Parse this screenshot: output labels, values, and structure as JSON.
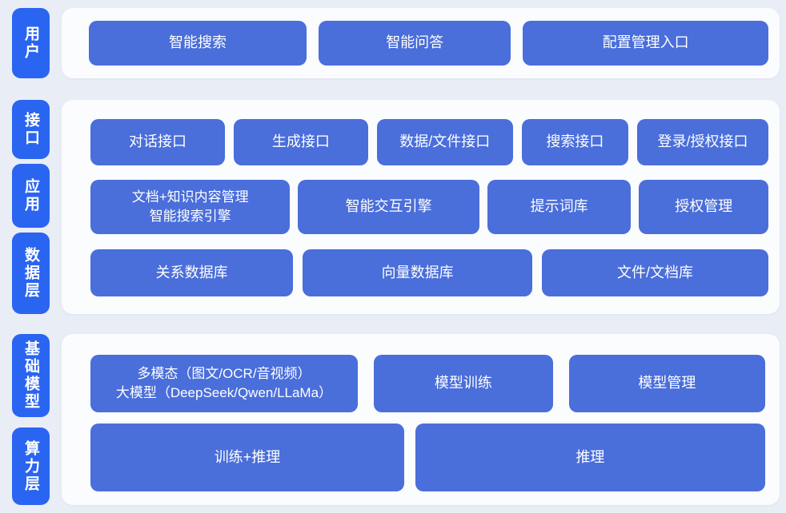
{
  "colors": {
    "page_bg": "#e9edf6",
    "card_bg": "#fbfcfe",
    "layer_label_blue": "#2a65f1",
    "node_blue": "#4a6eda",
    "node_text": "#ffffff"
  },
  "groups": [
    {
      "rows": [
        {
          "layer": "用户",
          "buttons": [
            "智能搜索",
            "智能问答",
            "配置管理入口"
          ]
        }
      ]
    },
    {
      "rows": [
        {
          "layer": "接口",
          "buttons": [
            "对话接口",
            "生成接口",
            "数据/文件接口",
            "搜索接口",
            "登录/授权接口"
          ]
        },
        {
          "layer": "应用",
          "buttons": [
            "文档+知识内容管理\n智能搜索引擎",
            "智能交互引擎",
            "提示词库",
            "授权管理"
          ]
        },
        {
          "layer": "数据层",
          "buttons": [
            "关系数据库",
            "向量数据库",
            "文件/文档库"
          ]
        }
      ]
    },
    {
      "rows": [
        {
          "layer": "基础模型",
          "buttons": [
            "多模态（图文/OCR/音视频）\n大模型（DeepSeek/Qwen/LLaMa）",
            "模型训练",
            "模型管理"
          ]
        },
        {
          "layer": "算力层",
          "buttons": [
            "训练+推理",
            "推理"
          ]
        }
      ]
    }
  ]
}
